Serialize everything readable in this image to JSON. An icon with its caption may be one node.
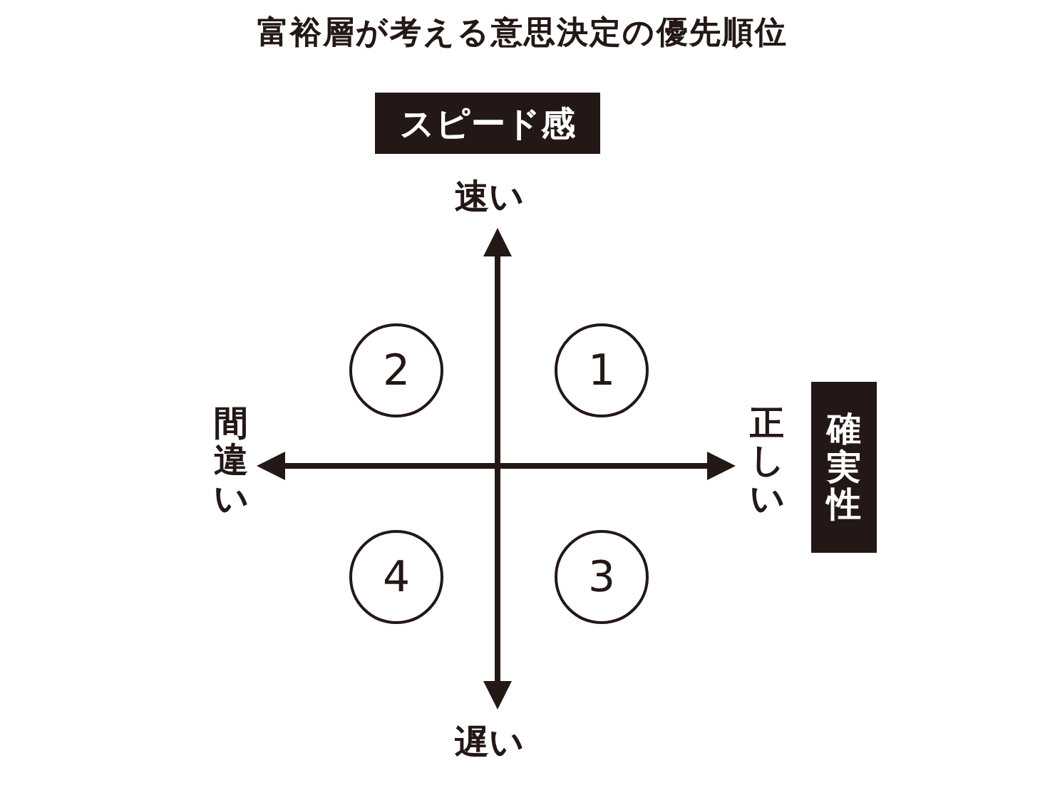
{
  "diagram": {
    "title": "富裕層が考える意思決定の優先順位",
    "nodes": [
      {
        "text": [
          "スピード感"
        ]
      },
      {
        "text": [
          "確実性"
        ]
      },
      {
        "text": [
          "2"
        ]
      },
      {
        "text": [
          "1"
        ]
      },
      {
        "text": [
          "4"
        ]
      },
      {
        "text": [
          "3"
        ]
      }
    ],
    "labels": [
      "速い",
      "間違い",
      "正しい",
      "遅い"
    ]
  }
}
